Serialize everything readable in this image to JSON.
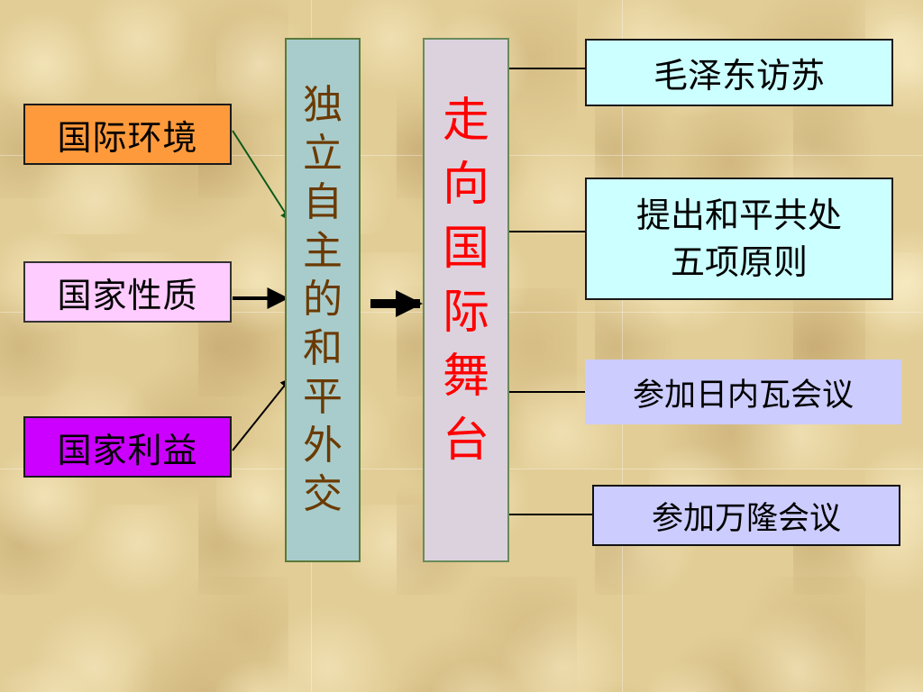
{
  "diagram": {
    "factors": [
      {
        "id": "intl_env",
        "label": "国际环境",
        "color": "#ff9a3c"
      },
      {
        "id": "state_nature",
        "label": "国家性质",
        "color": "#ffccff"
      },
      {
        "id": "state_interest",
        "label": "国家利益",
        "color": "#cc00ff"
      }
    ],
    "center": {
      "label": "独立自主的和平外交",
      "chars": [
        "独",
        "立",
        "自",
        "主",
        "的",
        "和",
        "平",
        "外",
        "交"
      ],
      "text_color": "#6b3a00",
      "fill": "#a8cccc"
    },
    "stage": {
      "label": "走向国际舞台",
      "chars": [
        "走",
        "向",
        "国",
        "际",
        "舞",
        "台"
      ],
      "text_color": "#ff0000",
      "fill": "#dcd2de"
    },
    "events": [
      {
        "id": "mao_visit",
        "label": "毛泽东访苏",
        "color": "#ccffff"
      },
      {
        "id": "five_principles",
        "lines": [
          "提出和平共处",
          "五项原则"
        ],
        "color": "#ccffff"
      },
      {
        "id": "geneva",
        "label": "参加日内瓦会议",
        "color": "#ccccff"
      },
      {
        "id": "bandung",
        "label": "参加万隆会议",
        "color": "#ccccff"
      }
    ]
  }
}
